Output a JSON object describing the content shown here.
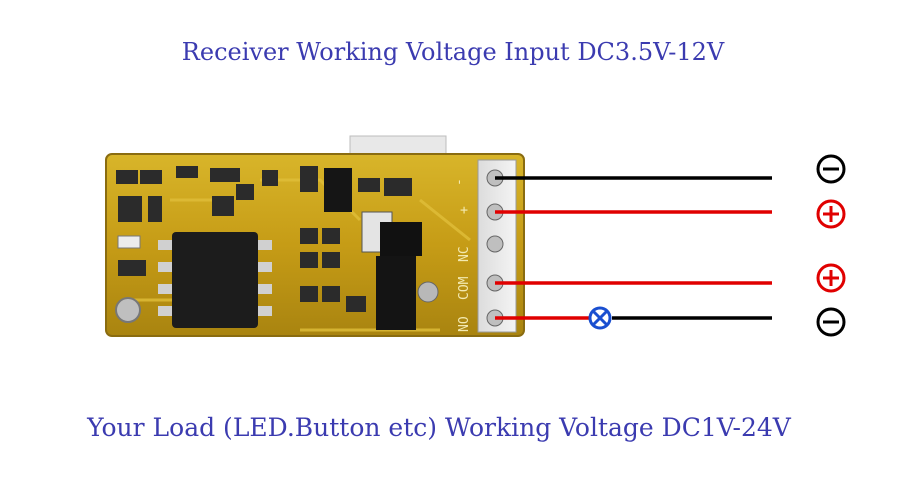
{
  "captions": {
    "top": "Receiver Working Voltage Input DC3.5V-12V",
    "bottom": "Your Load (LED.Button etc) Working Voltage DC1V-24V"
  },
  "board_labels": {
    "minus": "-",
    "plus": "+",
    "nc": "NC",
    "com": "COM",
    "no": "NO"
  },
  "terminals": [
    {
      "name": "input-negative",
      "symbol": "minus",
      "wire_color": "#000000"
    },
    {
      "name": "input-positive",
      "symbol": "plus",
      "wire_color": "#e00000"
    },
    {
      "name": "nc",
      "symbol": "",
      "wire_color": ""
    },
    {
      "name": "com",
      "symbol": "plus",
      "wire_color": "#e00000"
    },
    {
      "name": "no",
      "symbol": "minus",
      "wire_color": "#000000"
    }
  ],
  "colors": {
    "caption": "#3b3bb0",
    "board": "#c8a21a",
    "lamp": "#1a4fd0",
    "positive": "#e00000",
    "negative": "#000000"
  },
  "icons": [
    "minus-circle-icon",
    "plus-circle-icon",
    "lamp-icon"
  ]
}
